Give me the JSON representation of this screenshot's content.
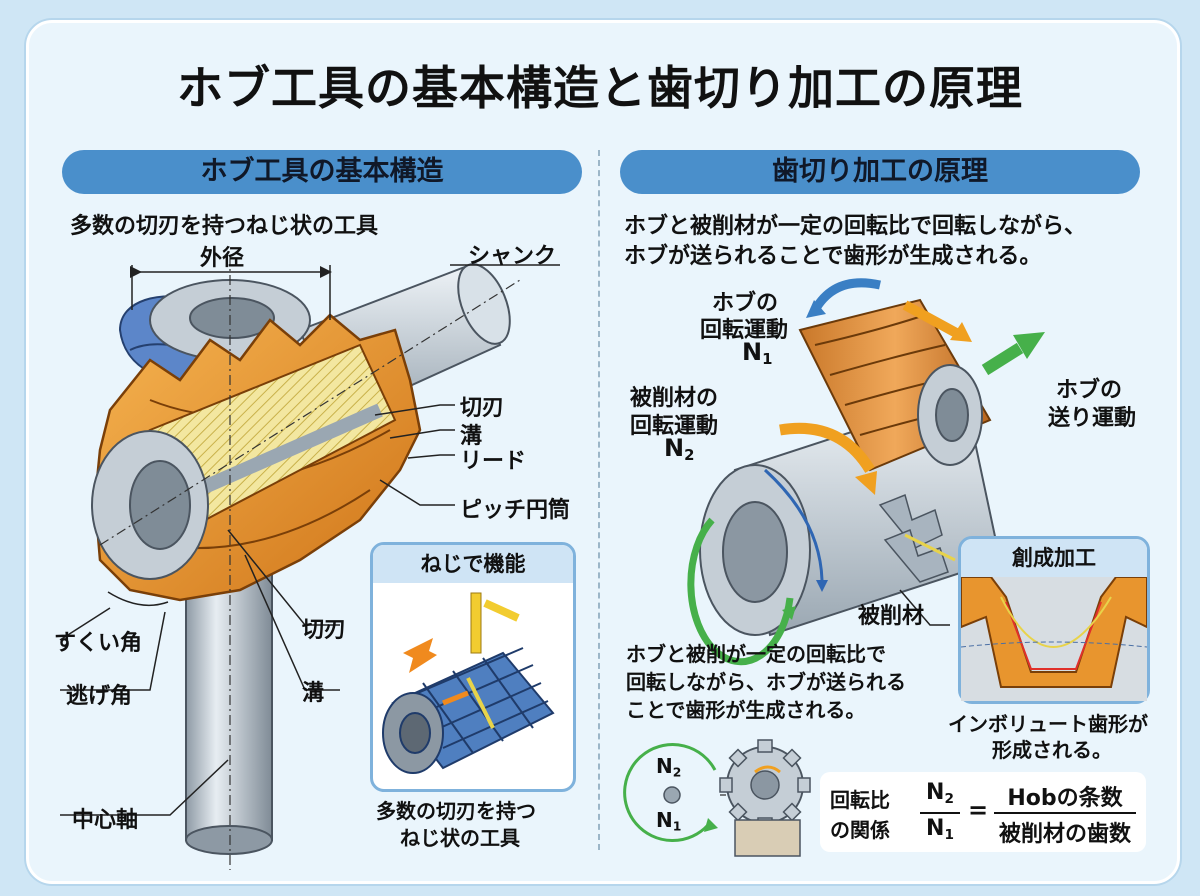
{
  "title": "ホブ工具の基本構造と歯切り加工の原理",
  "left": {
    "heading": "ホブ工具の基本構造",
    "subtitle": "多数の切刃を持つねじ状の工具",
    "labels": {
      "outer_diameter": "外径",
      "shank": "シャンク",
      "cutting_edge": "切刃",
      "groove": "溝",
      "lead": "リード",
      "pitch_cylinder": "ピッチ円筒",
      "rake_angle": "すくい角",
      "relief_angle": "逃げ角",
      "cutting_edge_2": "切刃",
      "groove_2": "溝",
      "center_axis": "中心軸"
    },
    "inset": {
      "title": "ねじで機能",
      "caption_line1": "多数の切刃を持つ",
      "caption_line2": "ねじ状の工具"
    }
  },
  "right": {
    "heading": "歯切り加工の原理",
    "desc_line1": "ホブと被削材が一定の回転比で回転しながら、",
    "desc_line2": "ホブが送られることで歯形が生成される。",
    "labels": {
      "hob_rotation_line1": "ホブの",
      "hob_rotation_line2": "回転運動",
      "n1": "N",
      "n1_sub": "1",
      "workpiece_rotation_line1": "被削材の",
      "workpiece_rotation_line2": "回転運動",
      "n2": "N",
      "n2_sub": "2",
      "hob_feed_line1": "ホブの",
      "hob_feed_line2": "送り運動",
      "workpiece": "被削材"
    },
    "note_line1": "ホブと被削が一定の回転比で",
    "note_line2": "回転しながら、ホブが送られる",
    "note_line3": "ことで歯形が生成される。",
    "inset": {
      "title": "創成加工",
      "caption_line1": "インボリュート歯形が",
      "caption_line2": "形成される。"
    },
    "ratio": {
      "label_line1": "回転比",
      "label_line2": "の関係",
      "lhs_num": "N",
      "lhs_num_sub": "2",
      "lhs_den": "N",
      "lhs_den_sub": "1",
      "equals": "=",
      "rhs_num": "Hobの条数",
      "rhs_den": "被削材の歯数"
    },
    "mini_diagram": {
      "top": "N",
      "top_sub": "2",
      "bottom": "N",
      "bottom_sub": "1"
    }
  },
  "colors": {
    "accent_blue": "#4a8fcb",
    "hob_orange": "#e8952e",
    "cutter_blue": "#3f6fb5",
    "arrow_green": "#46b04a",
    "steel": "#b9c4cd",
    "background": "#cfe6f5"
  }
}
